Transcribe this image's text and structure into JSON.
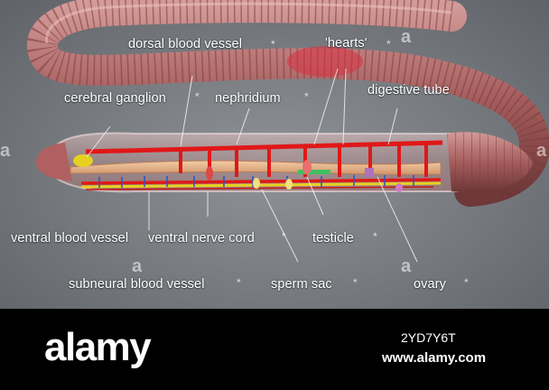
{
  "labels": {
    "dorsal_blood_vessel": "dorsal blood vessel",
    "hearts": "'hearts'",
    "cerebral_ganglion": "cerebral ganglion",
    "nephridium": "nephridium",
    "digestive_tube": "digestive tube",
    "ventral_blood_vessel": "ventral blood vessel",
    "ventral_nerve_cord": "ventral nerve cord",
    "testicle": "testicle",
    "subneural_blood_vessel": "subneural blood vessel",
    "sperm_sac": "sperm sac",
    "ovary": "ovary"
  },
  "watermark": {
    "star": "*",
    "a_glyph": "a"
  },
  "footer": {
    "brand": "alamy",
    "image_id": "2YD7Y6T",
    "site": "www.alamy.com"
  },
  "colors": {
    "worm_body": "#b56a6a",
    "blood_vessel": "#e01818",
    "digestive_tube": "#e8b48c",
    "nerve_cord": "#e8d020",
    "background": "#7a7e83",
    "footer_background": "#000000"
  }
}
